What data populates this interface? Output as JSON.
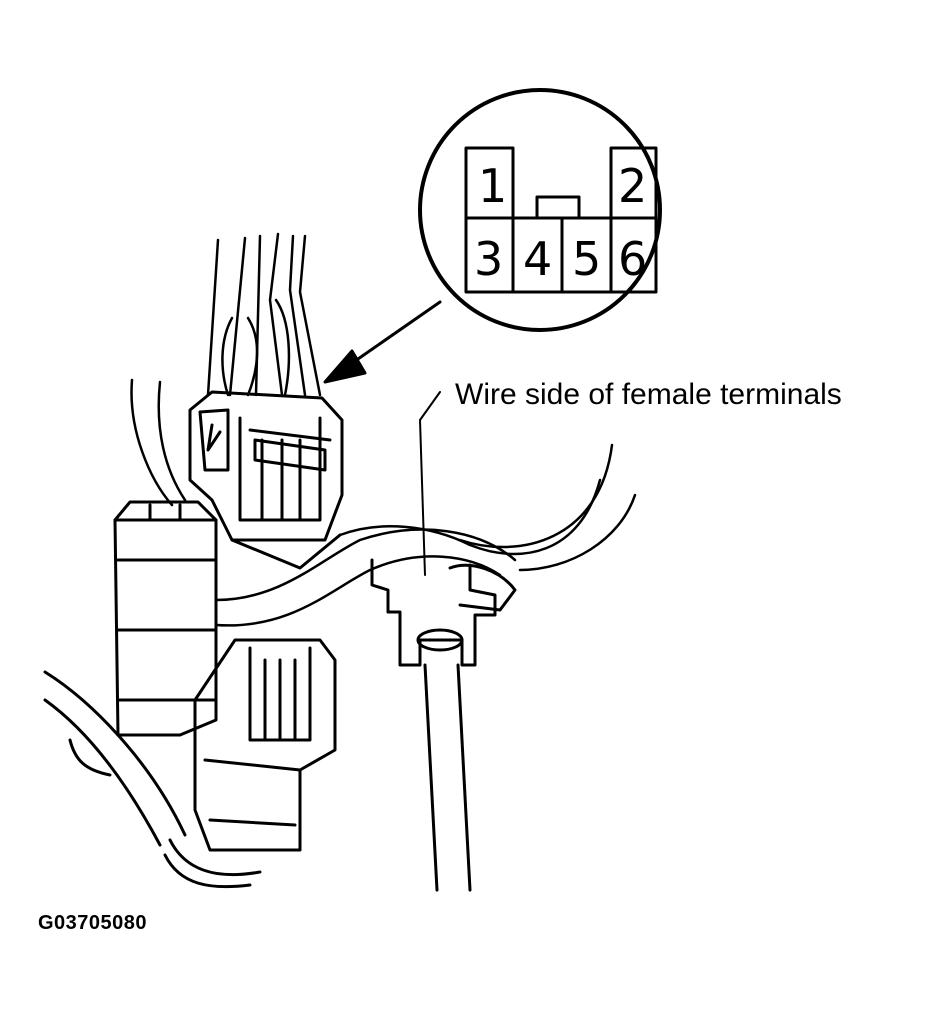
{
  "connector_pinout": {
    "pins": [
      {
        "id": "pin-1",
        "label": "1"
      },
      {
        "id": "pin-2",
        "label": "2"
      },
      {
        "id": "pin-3",
        "label": "3"
      },
      {
        "id": "pin-4",
        "label": "4"
      },
      {
        "id": "pin-5",
        "label": "5"
      },
      {
        "id": "pin-6",
        "label": "6"
      }
    ]
  },
  "callout": {
    "label": "Wire side of female terminals"
  },
  "figure_code": "G03705080",
  "colors": {
    "ink": "#000000",
    "paper": "#ffffff"
  }
}
